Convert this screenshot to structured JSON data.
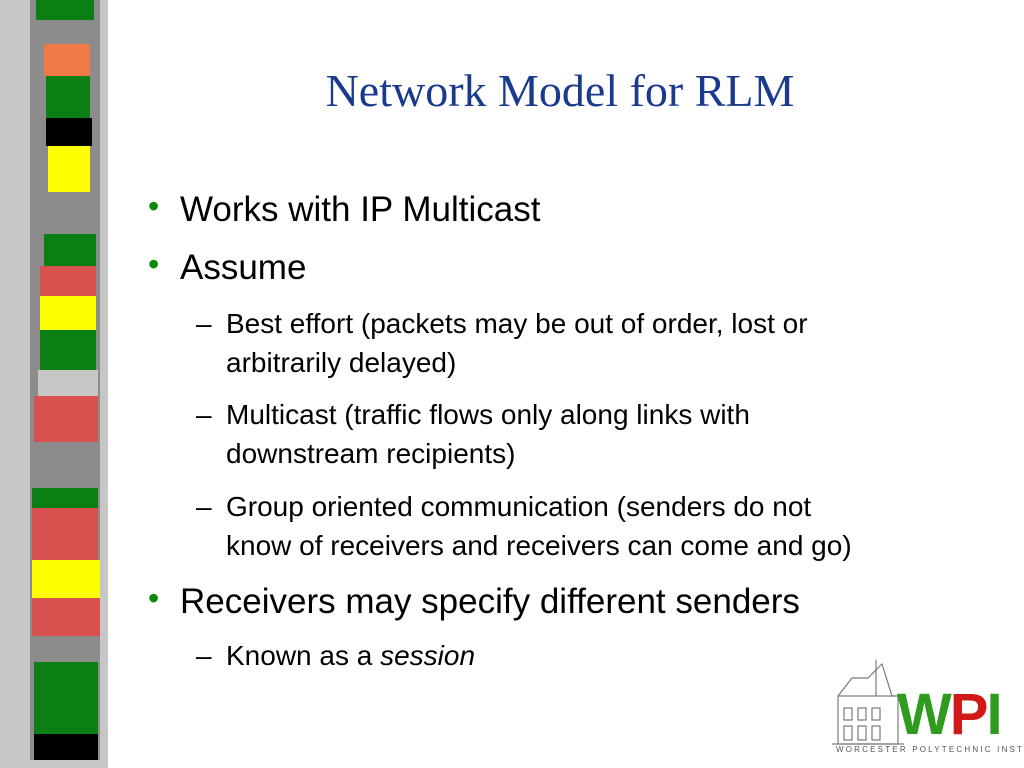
{
  "slide": {
    "title": "Network Model for RLM"
  },
  "bullets": [
    {
      "text": "Works with IP Multicast"
    },
    {
      "text": "Assume"
    },
    {
      "text": "Receivers may specify different senders"
    }
  ],
  "sub_bullets": [
    {
      "line1": "Best effort (packets may be out of order, lost or",
      "line2": "arbitrarily delayed)"
    },
    {
      "line1": "Multicast (traffic flows only along links with",
      "line2": "downstream recipients)"
    },
    {
      "line1": "Group oriented communication (senders do not",
      "line2": "know of receivers and receivers can come and go)"
    },
    {
      "prefix": "Known as a ",
      "emphasis": "session"
    }
  ],
  "logo": {
    "letters": {
      "w": "W",
      "p": "P",
      "i": "I"
    },
    "tagline": "WORCESTER POLYTECHNIC INSTITUTE"
  },
  "colors": {
    "title": "#1a3a8e",
    "bullet_dot": "#0a8a0a",
    "strip_green": "#0b7f14",
    "strip_red": "#d9514f",
    "strip_yellow": "#ffff00",
    "strip_orange": "#f07a46",
    "strip_black": "#000000",
    "strip_gray": "#8c8c8c",
    "strip_light": "#c6c6c6"
  }
}
